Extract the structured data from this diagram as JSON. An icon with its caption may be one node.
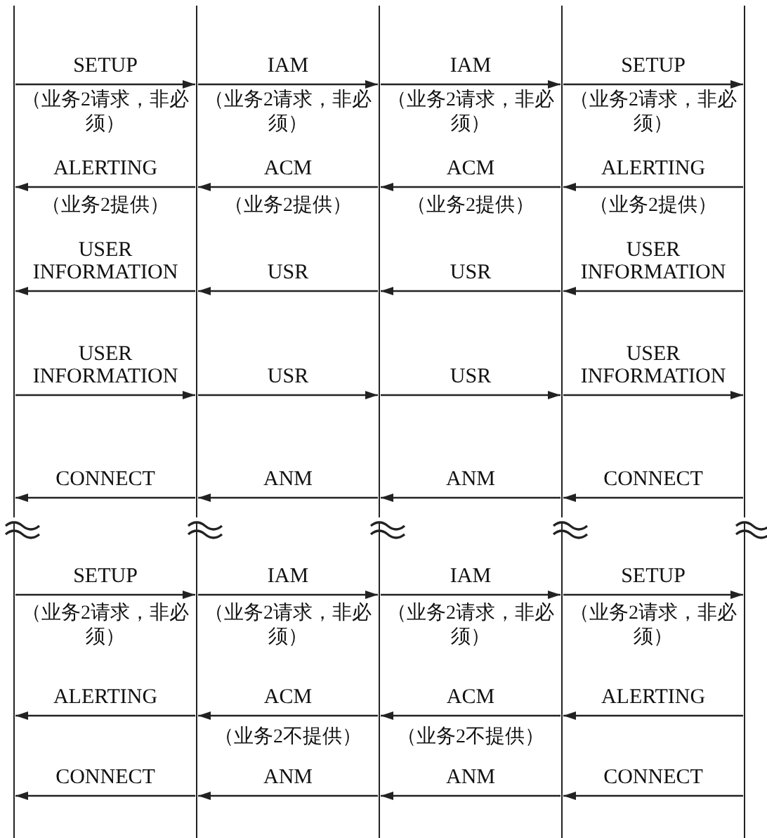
{
  "diagram": {
    "nodes": [
      {
        "text": [],
        "shape": "line"
      },
      {
        "text": [],
        "shape": "line"
      },
      {
        "text": [],
        "shape": "line"
      },
      {
        "text": [],
        "shape": "line"
      },
      {
        "text": [],
        "shape": "line"
      }
    ],
    "edges": [
      {
        "from": 0,
        "to": 1,
        "arrow": "to",
        "label": "SETUP"
      },
      {
        "from": 1,
        "to": 2,
        "arrow": "to",
        "label": "IAM"
      },
      {
        "from": 2,
        "to": 3,
        "arrow": "to",
        "label": "IAM"
      },
      {
        "from": 3,
        "to": 4,
        "arrow": "to",
        "label": "SETUP"
      },
      {
        "from": 1,
        "to": 0,
        "arrow": "to",
        "label": "ALERTING"
      },
      {
        "from": 2,
        "to": 1,
        "arrow": "to",
        "label": "ACM"
      },
      {
        "from": 3,
        "to": 2,
        "arrow": "to",
        "label": "ACM"
      },
      {
        "from": 4,
        "to": 3,
        "arrow": "to",
        "label": "ALERTING"
      },
      {
        "from": 1,
        "to": 0,
        "arrow": "to",
        "label": "USER INFORMATION"
      },
      {
        "from": 2,
        "to": 1,
        "arrow": "to",
        "label": "USR"
      },
      {
        "from": 3,
        "to": 2,
        "arrow": "to",
        "label": "USR"
      },
      {
        "from": 4,
        "to": 3,
        "arrow": "to",
        "label": "USER INFORMATION"
      },
      {
        "from": 0,
        "to": 1,
        "arrow": "to",
        "label": "USER INFORMATION"
      },
      {
        "from": 1,
        "to": 2,
        "arrow": "to",
        "label": "USR"
      },
      {
        "from": 2,
        "to": 3,
        "arrow": "to",
        "label": "USR"
      },
      {
        "from": 3,
        "to": 4,
        "arrow": "to",
        "label": "USER INFORMATION"
      },
      {
        "from": 1,
        "to": 0,
        "arrow": "to",
        "label": "CONNECT"
      },
      {
        "from": 2,
        "to": 1,
        "arrow": "to",
        "label": "ANM"
      },
      {
        "from": 3,
        "to": 2,
        "arrow": "to",
        "label": "ANM"
      },
      {
        "from": 4,
        "to": 3,
        "arrow": "to",
        "label": "CONNECT"
      },
      {
        "from": 0,
        "to": 1,
        "arrow": "to",
        "label": "SETUP"
      },
      {
        "from": 1,
        "to": 2,
        "arrow": "to",
        "label": "IAM"
      },
      {
        "from": 2,
        "to": 3,
        "arrow": "to",
        "label": "IAM"
      },
      {
        "from": 3,
        "to": 4,
        "arrow": "to",
        "label": "SETUP"
      },
      {
        "from": 1,
        "to": 0,
        "arrow": "to",
        "label": "ALERTING"
      },
      {
        "from": 2,
        "to": 1,
        "arrow": "to",
        "label": "ACM"
      },
      {
        "from": 3,
        "to": 2,
        "arrow": "to",
        "label": "ACM"
      },
      {
        "from": 4,
        "to": 3,
        "arrow": "to",
        "label": "ALERTING"
      },
      {
        "from": 1,
        "to": 0,
        "arrow": "to",
        "label": "CONNECT"
      },
      {
        "from": 2,
        "to": 1,
        "arrow": "to",
        "label": "ANM"
      },
      {
        "from": 3,
        "to": 2,
        "arrow": "to",
        "label": "ANM"
      },
      {
        "from": 4,
        "to": 3,
        "arrow": "to",
        "label": "CONNECT"
      }
    ],
    "labels": [
      "（业务2请求，非必须）",
      "（业务2请求，非必须）",
      "（业务2请求，非必须）",
      "（业务2请求，非必须）",
      "（业务2提供）",
      "（业务2提供）",
      "（业务2提供）",
      "（业务2提供）",
      "（业务2请求，非必须）",
      "（业务2请求，非必须）",
      "（业务2请求，非必须）",
      "（业务2请求，非必须）",
      "（业务2不提供）",
      "（业务2不提供）"
    ]
  }
}
